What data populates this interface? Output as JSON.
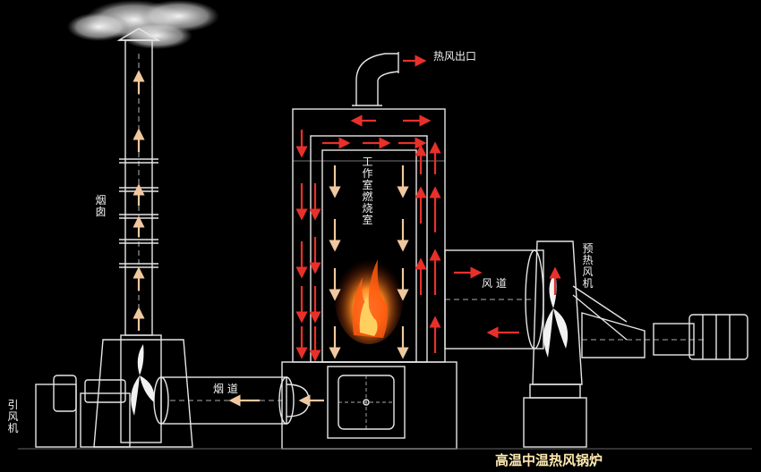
{
  "labels": {
    "hot_air_outlet": "热风出口",
    "work_chamber": "工作室燃烧室",
    "chimney": "烟囱",
    "air_duct": "风 道",
    "flue": "烟 道",
    "preheat_fan": "预热风机",
    "induced_fan": "引风机"
  },
  "title": "高温中温热风锅炉",
  "colors": {
    "background": "#000000",
    "outline": "#e6e6e6",
    "red_arrow": "#e8302a",
    "tan_arrow": "#f0c8a0",
    "fire": "#ff5a10",
    "smoke": "#d9d9d9",
    "title": "#ffe9b0"
  }
}
